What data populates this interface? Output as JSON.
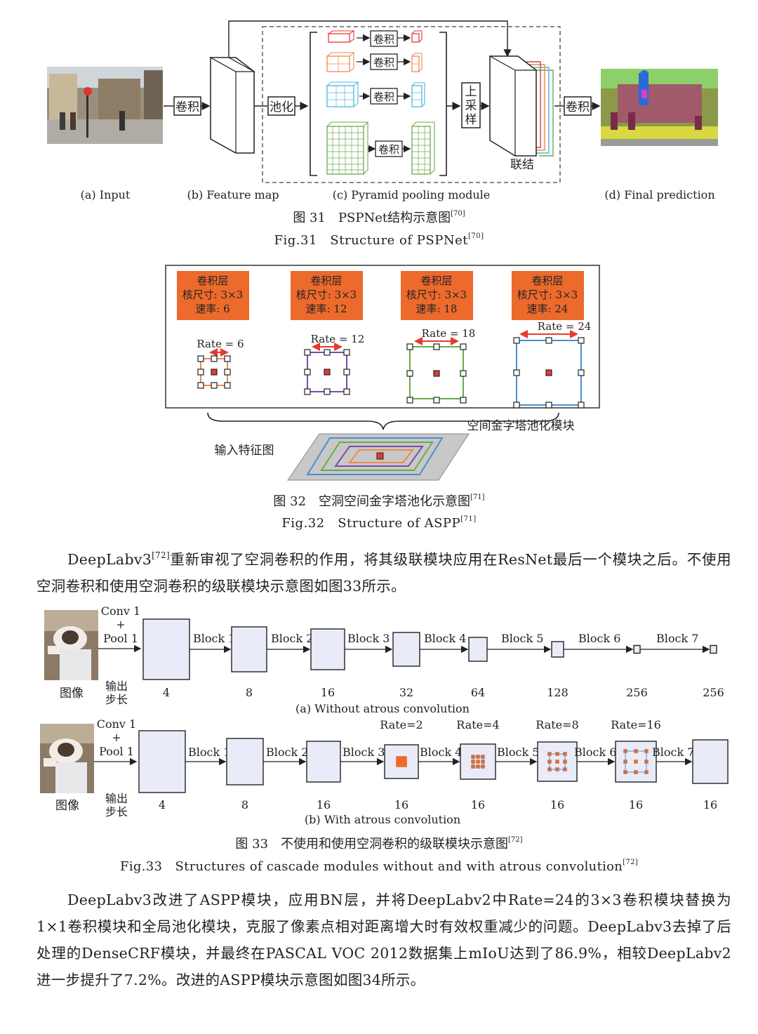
{
  "fig31": {
    "top_labels": {
      "conv_a": "卷积",
      "pool": "池化",
      "conv_b": "卷积",
      "upsample": "上采样",
      "concat": "联结",
      "pyr_convs": [
        "卷积",
        "卷积",
        "卷积",
        "卷积"
      ]
    },
    "subcaptions": [
      "(a) Input",
      "(b) Feature map",
      "(c) Pyramid pooling module",
      "(d) Final prediction"
    ],
    "caption_cn": "图 31　PSPNet结构示意图",
    "caption_en": "Fig.31　Structure of PSPNet",
    "ref": "[70]"
  },
  "fig32": {
    "boxes": [
      {
        "l1": "卷积层",
        "l2": "核尺寸: 3×3",
        "l3": "速率: 6",
        "rate": "Rate = 6"
      },
      {
        "l1": "卷积层",
        "l2": "核尺寸: 3×3",
        "l3": "速率: 12",
        "rate": "Rate = 12"
      },
      {
        "l1": "卷积层",
        "l2": "核尺寸: 3×3",
        "l3": "速率: 18",
        "rate": "Rate = 18"
      },
      {
        "l1": "卷积层",
        "l2": "核尺寸: 3×3",
        "l3": "速率: 24",
        "rate": "Rate = 24"
      }
    ],
    "aspp_label": "空间金字塔池化模块",
    "input_label": "输入特征图",
    "caption_cn": "图 32　空洞空间金字塔池化示意图",
    "caption_en": "Fig.32　Structure of ASPP",
    "ref": "[71]"
  },
  "para1": {
    "pre": "DeepLabv3",
    "ref": "[72]",
    "text": "重新审视了空洞卷积的作用，将其级联模块应用在ResNet最后一个模块之后。不使用空洞卷积和使用空洞卷积的级联模块示意图如图33所示。"
  },
  "fig33": {
    "image_label": "图像",
    "stride_label": "输出步长",
    "conv_pool_1": "Conv 1",
    "conv_pool_2": "+",
    "conv_pool_3": "Pool 1",
    "blocks": [
      "Block 1",
      "Block 2",
      "Block 3",
      "Block 4",
      "Block 5",
      "Block 6",
      "Block 7"
    ],
    "strides_a": [
      "4",
      "8",
      "16",
      "32",
      "64",
      "128",
      "256",
      "256"
    ],
    "strides_b": [
      "4",
      "8",
      "16",
      "16",
      "16",
      "16",
      "16",
      "16"
    ],
    "rates": [
      "Rate=2",
      "Rate=4",
      "Rate=8",
      "Rate=16"
    ],
    "sub_a": "(a) Without atrous convolution",
    "sub_b": "(b) With atrous convolution",
    "caption_cn": "图 33　不使用和使用空洞卷积的级联模块示意图",
    "caption_en": "Fig.33　Structures of cascade modules without and with atrous convolution",
    "ref": "[72]"
  },
  "para2": {
    "text": "DeepLabv3改进了ASPP模块，应用BN层，并将DeepLabv2中Rate=24的3×3卷积模块替换为1×1卷积模块和全局池化模块，克服了像素点相对距离增大时有效权重减少的问题。DeepLabv3去掉了后处理的DenseCRF模块，并最终在PASCAL VOC 2012数据集上mIoU达到了86.9%，相较DeepLabv2进一步提升了7.2%。改进的ASPP模块示意图如图34所示。"
  },
  "colors": {
    "orange_box": "#ec6a2c",
    "red": "#e53b2e",
    "blue": "#4a8fd1",
    "green": "#6aab4a",
    "purple": "#7c4bb0",
    "block_fill": "#e9ecf8"
  }
}
